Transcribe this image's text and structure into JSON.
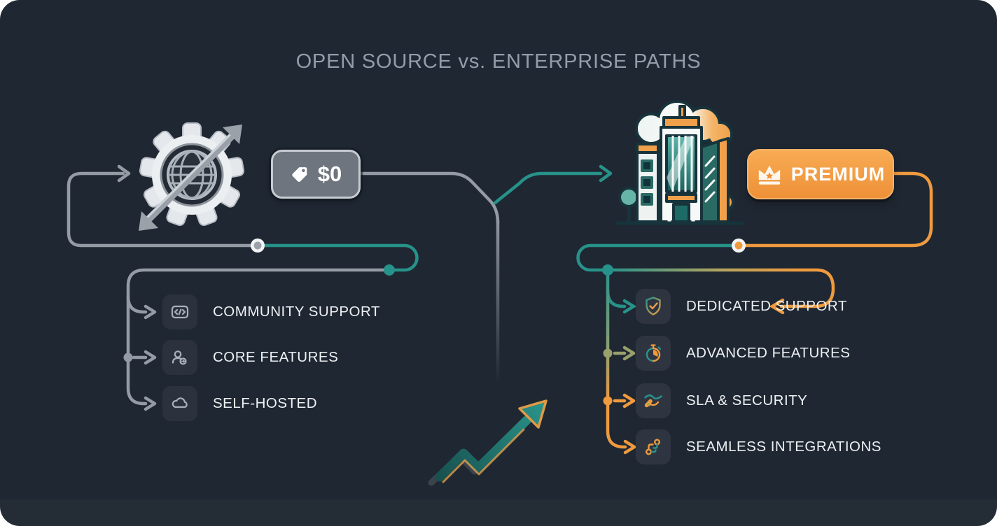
{
  "title": "OPEN SOURCE vs. ENTERPRISE PATHS",
  "open_source": {
    "price_badge": "$0",
    "items": [
      {
        "label": "COMMUNITY SUPPORT",
        "icon": "code-icon"
      },
      {
        "label": "CORE FEATURES",
        "icon": "user-plus-icon"
      },
      {
        "label": "SELF-HOSTED",
        "icon": "cloud-icon"
      }
    ]
  },
  "enterprise": {
    "badge": "PREMIUM",
    "items": [
      {
        "label": "DEDICATED SUPPORT",
        "icon": "shield-check-icon"
      },
      {
        "label": "ADVANCED FEATURES",
        "icon": "stopwatch-icon"
      },
      {
        "label": "SLA & SECURITY",
        "icon": "handshake-icon"
      },
      {
        "label": "SEAMLESS INTEGRATIONS",
        "icon": "integrations-icon"
      }
    ]
  },
  "colors": {
    "background": "#1f2732",
    "teal": "#27928a",
    "orange": "#f09a40",
    "gray": "#949ba4",
    "olive": "#98a06b",
    "title_text": "#939daa",
    "item_text": "#eef1f4"
  }
}
